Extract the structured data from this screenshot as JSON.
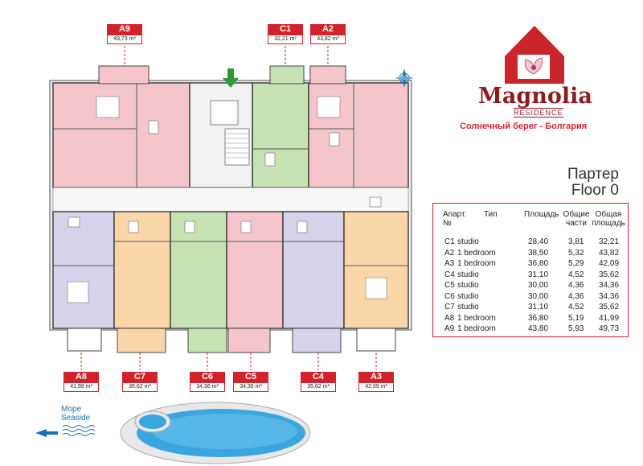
{
  "apartment_tags": {
    "top": [
      {
        "code": "A9",
        "area": "49,73 m²"
      },
      {
        "code": "C1",
        "area": "32,21 m²"
      },
      {
        "code": "A2",
        "area": "43,82 m²"
      }
    ],
    "bottom": [
      {
        "code": "A8",
        "area": "41,99 m²"
      },
      {
        "code": "C7",
        "area": "35,62 m²"
      },
      {
        "code": "C6",
        "area": "34,36 m²"
      },
      {
        "code": "C5",
        "area": "34,36 m²"
      },
      {
        "code": "C4",
        "area": "35,62 m²"
      },
      {
        "code": "A3",
        "area": "42,09 m²"
      }
    ]
  },
  "brand": {
    "name": "Magnolia",
    "subtitle": "RESIDENCE",
    "slogan": "Солнечный берег - Болгария"
  },
  "floor": {
    "title_ru": "Партер",
    "title_en": "Floor 0"
  },
  "spec_table": {
    "headers": {
      "apart": "Апарт.",
      "number": "№",
      "type": "Тип",
      "area": "Площадь",
      "common1": "Общие",
      "common2": "части",
      "total1": "Общая",
      "total2": "площадь"
    },
    "rows": [
      {
        "apt": "C1",
        "type": "studio",
        "area": "28,40",
        "common": "3,81",
        "total": "32,21"
      },
      {
        "apt": "A2",
        "type": "1 bedroom",
        "area": "38,50",
        "common": "5,32",
        "total": "43,82"
      },
      {
        "apt": "A3",
        "type": "1 bedroom",
        "area": "36,80",
        "common": "5,29",
        "total": "42,09"
      },
      {
        "apt": "C4",
        "type": "studio",
        "area": "31,10",
        "common": "4,52",
        "total": "35,62"
      },
      {
        "apt": "C5",
        "type": "studio",
        "area": "30,00",
        "common": "4,36",
        "total": "34,36"
      },
      {
        "apt": "C6",
        "type": "studio",
        "area": "30,00",
        "common": "4,36",
        "total": "34,36"
      },
      {
        "apt": "C7",
        "type": "studio",
        "area": "31,10",
        "common": "4,52",
        "total": "35,62"
      },
      {
        "apt": "A8",
        "type": "1 bedroom",
        "area": "36,80",
        "common": "5,19",
        "total": "41,99"
      },
      {
        "apt": "A9",
        "type": "1 bedroom",
        "area": "43,80",
        "common": "5,93",
        "total": "49,73"
      }
    ]
  },
  "sea": {
    "ru": "Море",
    "en": "Seaside"
  },
  "colors": {
    "accent_red": "#d2232a",
    "brand_dark": "#8e1b1e",
    "pink_unit": "#f4c6cc",
    "green_unit": "#c7e3b4",
    "purple_unit": "#d6d3ea",
    "orange_unit": "#fbd6a9",
    "pool_blue": "#3aa6e0"
  }
}
